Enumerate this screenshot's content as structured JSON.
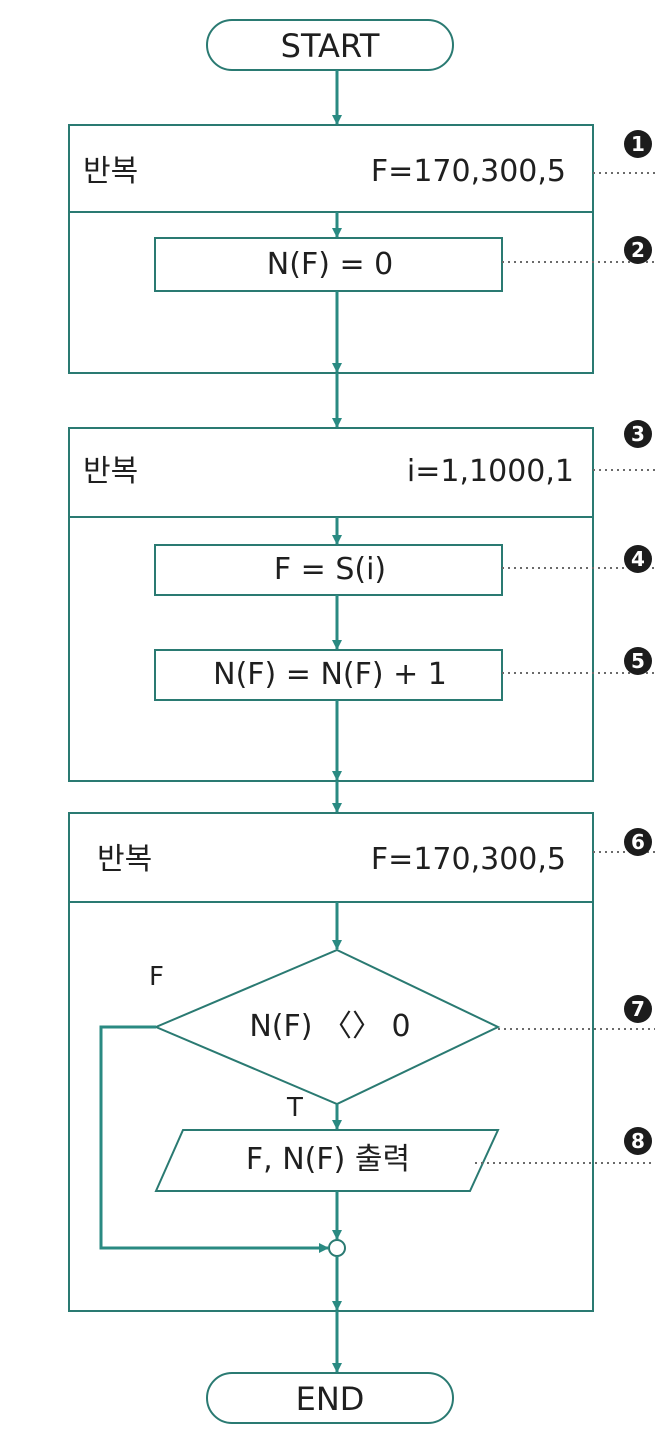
{
  "terminals": {
    "start": "START",
    "end": "END"
  },
  "loops": [
    {
      "keyword": "반복",
      "range": "F=170,300,5"
    },
    {
      "keyword": "반복",
      "range": "i=1,1000,1"
    },
    {
      "keyword": "반복",
      "range": "F=170,300,5"
    }
  ],
  "processes": [
    "N(F)  =  0",
    "F  =  S(i)",
    "N(F)  =  N(F)  +  1"
  ],
  "decision": {
    "condition": "N(F)  〈〉  0",
    "true_label": "T",
    "false_label": "F"
  },
  "output": "F,  N(F) 출력",
  "markers": [
    "1",
    "2",
    "3",
    "4",
    "5",
    "6",
    "7",
    "8"
  ],
  "colors": {
    "line": "#2a8a82",
    "box": "#2a7a72",
    "dotted": "#6a6a6a",
    "marker": "#1c1c1c"
  }
}
